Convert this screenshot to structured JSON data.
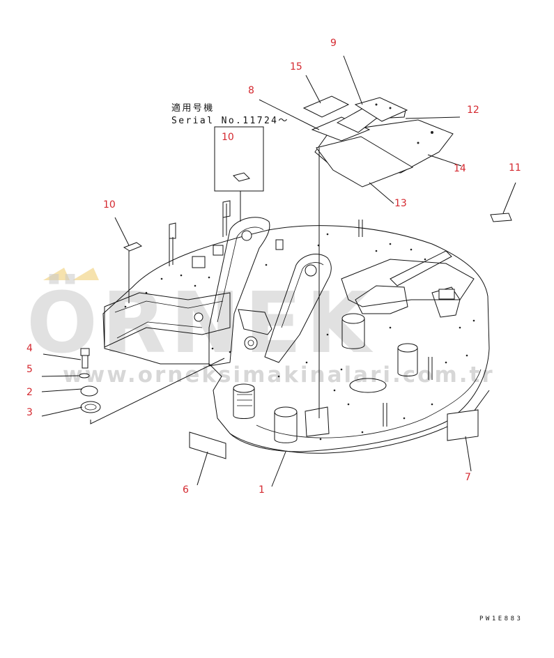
{
  "diagram": {
    "applicable_label": "適用号機",
    "serial_label": "Serial No.11724～",
    "drawing_code": "PW1E883",
    "callouts": [
      {
        "id": "c1",
        "label": "1"
      },
      {
        "id": "c2",
        "label": "2"
      },
      {
        "id": "c3",
        "label": "3"
      },
      {
        "id": "c4",
        "label": "4"
      },
      {
        "id": "c5",
        "label": "5"
      },
      {
        "id": "c6",
        "label": "6"
      },
      {
        "id": "c7",
        "label": "7"
      },
      {
        "id": "c8",
        "label": "8"
      },
      {
        "id": "c9",
        "label": "9"
      },
      {
        "id": "c10a",
        "label": "10"
      },
      {
        "id": "c10b",
        "label": "10"
      },
      {
        "id": "c11",
        "label": "11"
      },
      {
        "id": "c12",
        "label": "12"
      },
      {
        "id": "c13",
        "label": "13"
      },
      {
        "id": "c14",
        "label": "14"
      },
      {
        "id": "c15",
        "label": "15"
      }
    ]
  },
  "watermark": {
    "brand": "ÖRNEK",
    "url": "www.orneksimakinalari.com.tr"
  },
  "colors": {
    "callout": "#d4282f",
    "line": "#111111",
    "watermark": "#c9c9c9",
    "accent": "#f2d58a"
  }
}
